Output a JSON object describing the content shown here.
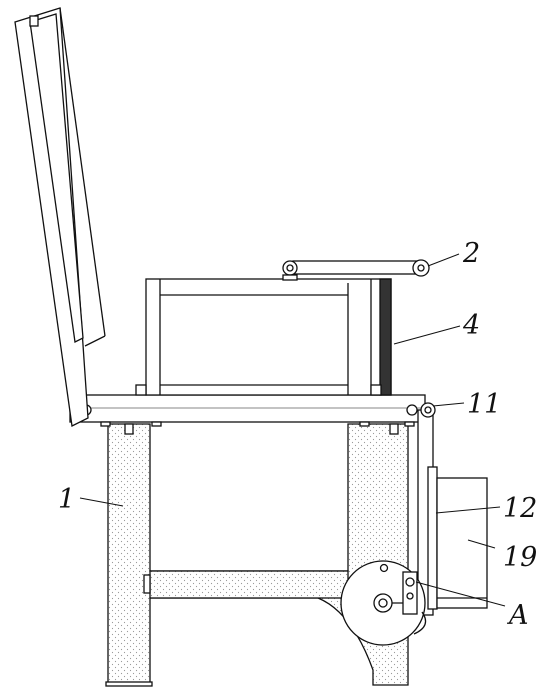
{
  "labels": {
    "l1": "1",
    "l2": "2",
    "l4": "4",
    "l11": "11",
    "l12": "12",
    "l19": "19",
    "lA": "A"
  },
  "colors": {
    "line": "#111111",
    "stipple": "#b8b8b8",
    "paper": "#ffffff"
  }
}
